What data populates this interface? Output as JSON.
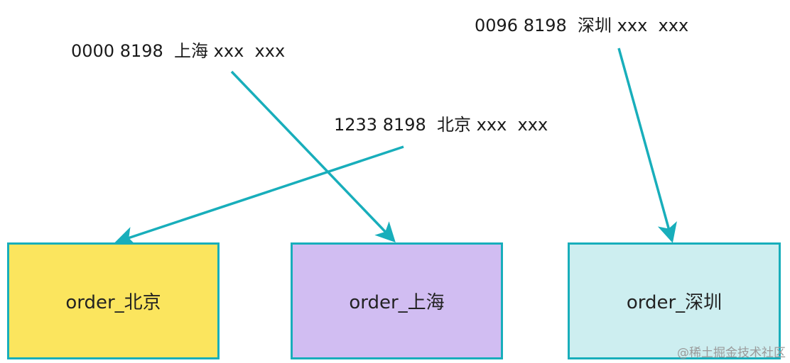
{
  "records": {
    "shanghai": "0000 8198  上海 xxx  xxx",
    "beijing": "1233 8198  北京 xxx  xxx",
    "shenzhen": "0096 8198  深圳 xxx  xxx"
  },
  "tables": {
    "beijing": "order_北京",
    "shanghai": "order_上海",
    "shenzhen": "order_深圳"
  },
  "colors": {
    "arrow": "#18aebb",
    "beijing_fill": "#fbe55e",
    "shanghai_fill": "#d1bdf2",
    "shenzhen_fill": "#cdeef0"
  },
  "watermark": "@稀土掘金技术社区"
}
